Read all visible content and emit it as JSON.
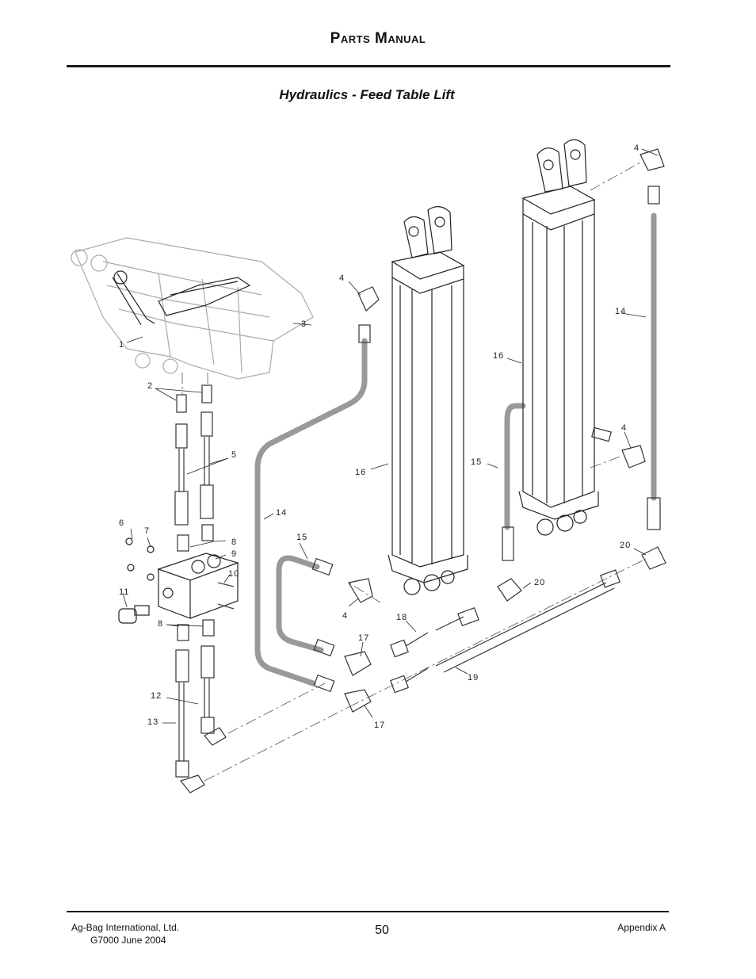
{
  "header": {
    "title": "Parts Manual"
  },
  "section": {
    "title": "Hydraulics - Feed Table Lift"
  },
  "diagram": {
    "callouts": [
      "1",
      "2",
      "3",
      "4",
      "4",
      "4",
      "4",
      "5",
      "6",
      "7",
      "8",
      "8",
      "9",
      "10",
      "11",
      "12",
      "13",
      "14",
      "14",
      "15",
      "15",
      "16",
      "16",
      "17",
      "17",
      "18",
      "19",
      "20",
      "20"
    ]
  },
  "footer": {
    "company": "Ag-Bag International, Ltd.",
    "edition": "G7000 June 2004",
    "page_number": "50",
    "appendix": "Appendix A"
  }
}
